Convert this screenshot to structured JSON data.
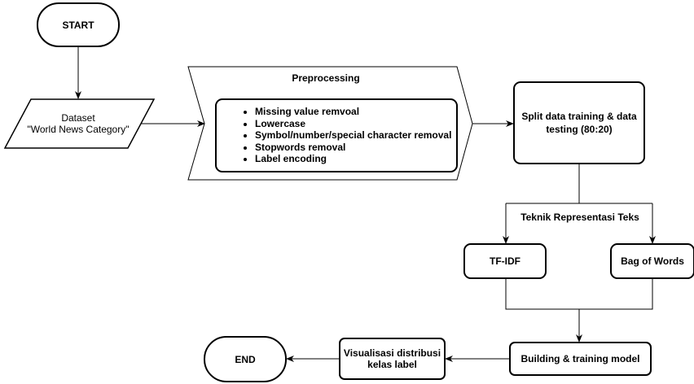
{
  "start": {
    "label": "START"
  },
  "dataset": {
    "line1": "Dataset",
    "line2": "\"World News Category\""
  },
  "preprocessing": {
    "title": "Preprocessing",
    "steps": [
      "Missing value remvoal",
      "Lowercase",
      "Symbol/number/special character removal",
      "Stopwords removal",
      "Label encoding"
    ]
  },
  "split": {
    "line1": "Split data training & data",
    "line2": "testing (80:20)"
  },
  "representation": {
    "label": "Teknik Representasi Teks"
  },
  "tfidf": {
    "label": "TF-IDF"
  },
  "bow": {
    "label": "Bag of Words"
  },
  "building": {
    "label": "Building & training model"
  },
  "visualisasi": {
    "line1": "Visualisasi distribusi",
    "line2": "kelas label"
  },
  "end": {
    "label": "END"
  }
}
